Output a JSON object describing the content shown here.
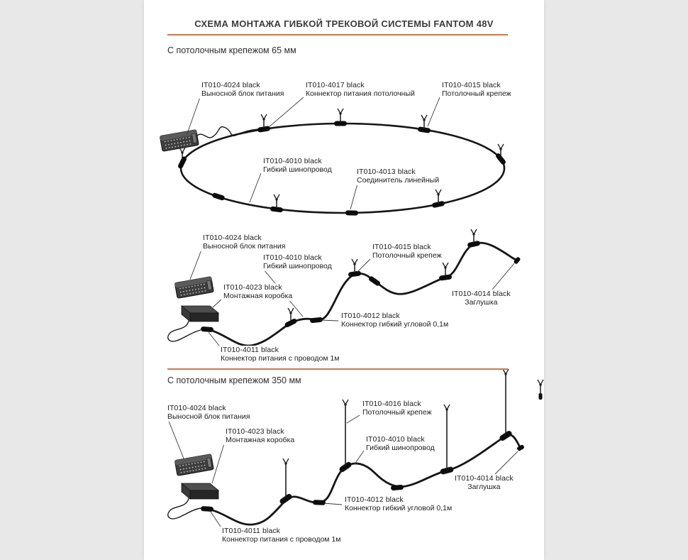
{
  "page": {
    "title": "СХЕМА МОНТАЖА ГИБКОЙ ТРЕКОВОЙ СИСТЕМЫ FANTOM 48V",
    "accent_color": "#c87a50",
    "track_color": "#161616"
  },
  "sections": [
    {
      "heading": "С потолочным крепежом 65 мм"
    },
    {
      "heading": "С потолочным крепежом 350 мм"
    }
  ],
  "diagrams": {
    "oval": {
      "labels": [
        {
          "code": "IT010-4024 black",
          "desc": "Выносной блок питания"
        },
        {
          "code": "IT010-4017 black",
          "desc": "Коннектор питания потолочный"
        },
        {
          "code": "IT010-4015 black",
          "desc": "Потолочный крепеж"
        },
        {
          "code": "IT010-4010 black",
          "desc": "Гибкий шинопровод"
        },
        {
          "code": "IT010-4013 black",
          "desc": "Соединитель линейный"
        }
      ]
    },
    "wave65": {
      "labels": [
        {
          "code": "IT010-4024 black",
          "desc": "Выносной блок питания"
        },
        {
          "code": "IT010-4010 black",
          "desc": "Гибкий шинопровод"
        },
        {
          "code": "IT010-4015 black",
          "desc": "Потолочный крепеж"
        },
        {
          "code": "IT010-4023 black",
          "desc": "Монтажная коробка"
        },
        {
          "code": "IT010-4014 black",
          "desc": "Заглушка"
        },
        {
          "code": "IT010-4012 black",
          "desc": "Коннектор гибкий угловой 0,1м"
        },
        {
          "code": "IT010-4011 black",
          "desc": "Коннектор питания с проводом 1м"
        }
      ]
    },
    "wave350": {
      "labels": [
        {
          "code": "IT010-4024 black",
          "desc": "Выносной блок питания"
        },
        {
          "code": "IT010-4023 black",
          "desc": "Монтажная коробка"
        },
        {
          "code": "IT010-4016 black",
          "desc": "Потолочный крепеж"
        },
        {
          "code": "IT010-4010 black",
          "desc": "Гибкий шинопровод"
        },
        {
          "code": "IT010-4014 black",
          "desc": "Заглушка"
        },
        {
          "code": "IT010-4012 black",
          "desc": "Коннектор гибкий угловой 0,1м"
        },
        {
          "code": "IT010-4011 black",
          "desc": "Коннектор питания с проводом 1м"
        }
      ]
    }
  }
}
